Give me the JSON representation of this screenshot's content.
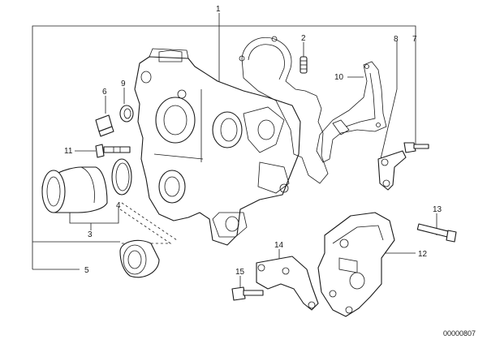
{
  "diagram": {
    "callouts": [
      {
        "id": "c1",
        "text": "1"
      },
      {
        "id": "c2",
        "text": "2"
      },
      {
        "id": "c3",
        "text": "3"
      },
      {
        "id": "c4",
        "text": "4"
      },
      {
        "id": "c5",
        "text": "5"
      },
      {
        "id": "c6",
        "text": "6"
      },
      {
        "id": "c7",
        "text": "7"
      },
      {
        "id": "c8",
        "text": "8"
      },
      {
        "id": "c9",
        "text": "9"
      },
      {
        "id": "c10",
        "text": "10"
      },
      {
        "id": "c11",
        "text": "11"
      },
      {
        "id": "c12",
        "text": "12"
      },
      {
        "id": "c13",
        "text": "13"
      },
      {
        "id": "c14",
        "text": "14"
      },
      {
        "id": "c15",
        "text": "15"
      }
    ],
    "drawing_number": "00000807"
  }
}
